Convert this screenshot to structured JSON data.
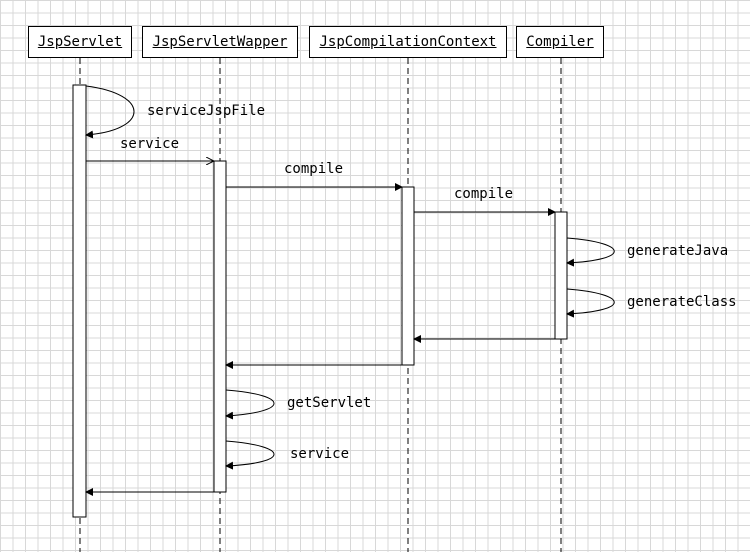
{
  "participants": [
    {
      "id": "jsp_servlet",
      "label": "JspServlet"
    },
    {
      "id": "jsp_servlet_wapper",
      "label": "JspServletWapper"
    },
    {
      "id": "jsp_compilation_context",
      "label": "JspCompilationContext"
    },
    {
      "id": "compiler",
      "label": "Compiler"
    }
  ],
  "messages": [
    {
      "id": "msg-1",
      "from": "JspServlet",
      "to": "JspServlet",
      "label": "serviceJspFile"
    },
    {
      "id": "msg-2",
      "from": "JspServlet",
      "to": "JspServletWapper",
      "label": "service"
    },
    {
      "id": "msg-3",
      "from": "JspServletWapper",
      "to": "JspCompilationContext",
      "label": "compile"
    },
    {
      "id": "msg-4",
      "from": "JspCompilationContext",
      "to": "Compiler",
      "label": "compile"
    },
    {
      "id": "msg-5",
      "from": "Compiler",
      "to": "Compiler",
      "label": "generateJava"
    },
    {
      "id": "msg-6",
      "from": "Compiler",
      "to": "Compiler",
      "label": "generateClass"
    },
    {
      "id": "msg-7",
      "from": "Compiler",
      "to": "JspCompilationContext",
      "label": ""
    },
    {
      "id": "msg-8",
      "from": "JspCompilationContext",
      "to": "JspServletWapper",
      "label": ""
    },
    {
      "id": "msg-9",
      "from": "JspServletWapper",
      "to": "JspServletWapper",
      "label": "getServlet"
    },
    {
      "id": "msg-10",
      "from": "JspServletWapper",
      "to": "JspServletWapper",
      "label": "service"
    },
    {
      "id": "msg-11",
      "from": "JspServletWapper",
      "to": "JspServlet",
      "label": ""
    }
  ]
}
